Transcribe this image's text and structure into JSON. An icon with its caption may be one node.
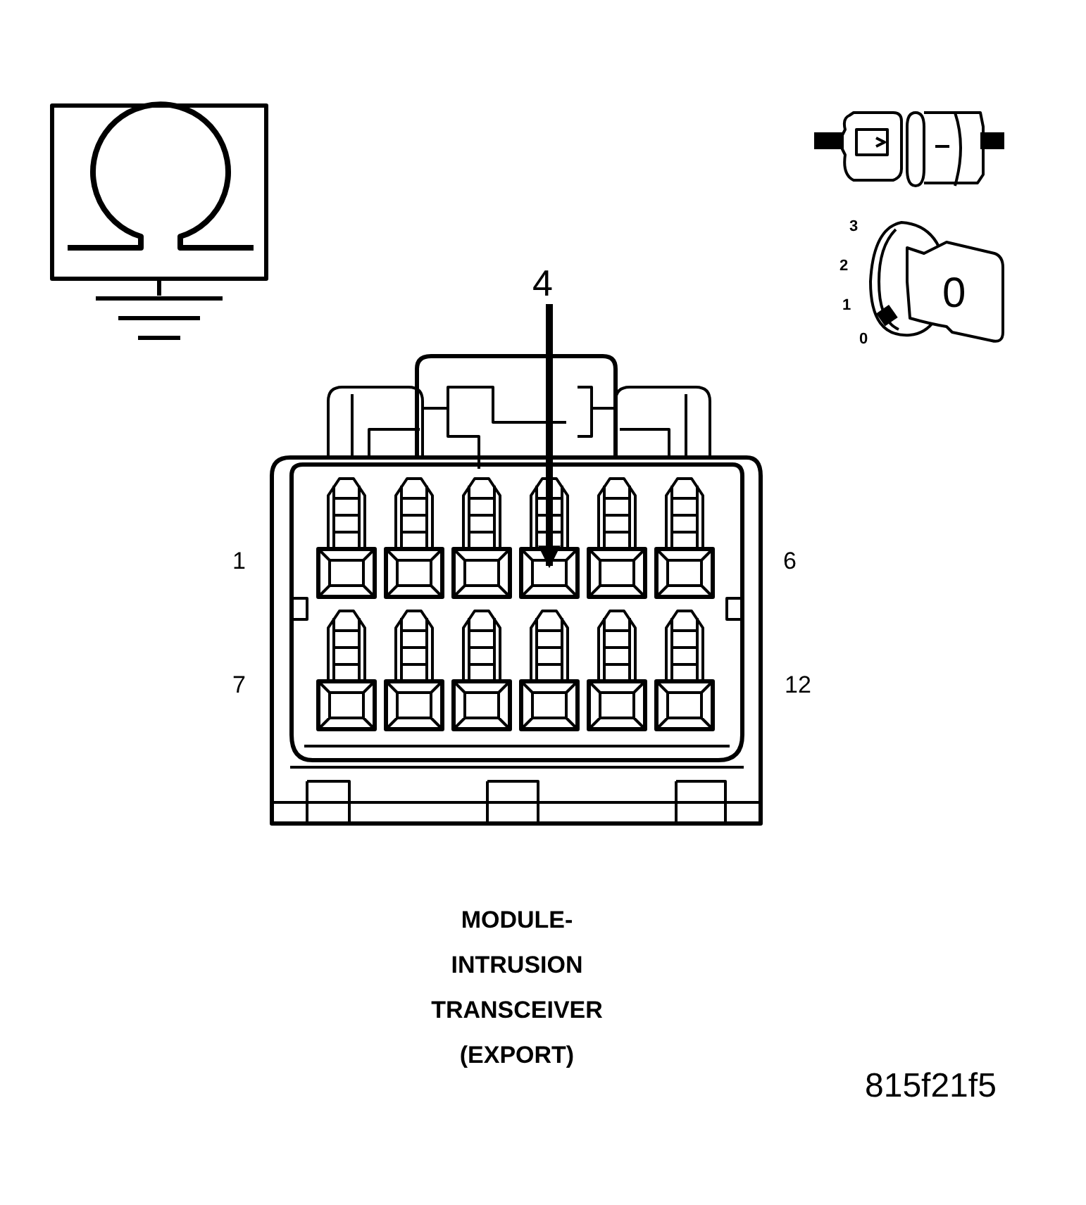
{
  "diagram": {
    "caption": "MODULE- INTRUSION TRANSCEIVER (EXPORT)",
    "nodes": [
      {
        "text": [
          "4"
        ]
      },
      {
        "text": [],
        "shape": "box"
      }
    ],
    "edges": [
      {
        "from": 0,
        "to": 1,
        "arrow": "to"
      }
    ],
    "labels": [
      "3",
      "2",
      "0",
      "1",
      "0",
      "1",
      "6",
      "7",
      "12",
      "815f21f5"
    ]
  }
}
